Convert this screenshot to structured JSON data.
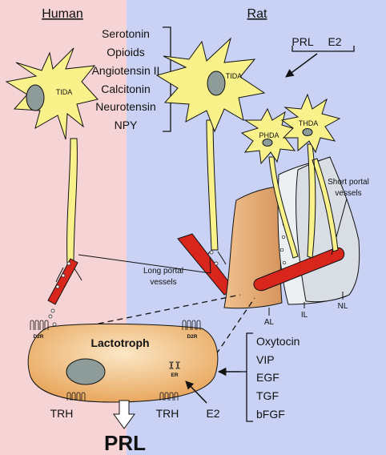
{
  "headers": {
    "left": "Human",
    "right": "Rat"
  },
  "modulators": [
    "Serotonin",
    "Opioids",
    "Angiotensin II",
    "Calcitonin",
    "Neurotensin",
    "NPY"
  ],
  "hormones_top": [
    "PRL",
    "E2"
  ],
  "neurons": {
    "human": "TIDA",
    "rat": "TIDA",
    "phda": "PHDA",
    "thda": "THDA"
  },
  "vessels": {
    "long": [
      "Long portal",
      "vessels"
    ],
    "short": [
      "Short portal",
      "vessels"
    ]
  },
  "lobes": {
    "al": "AL",
    "il": "IL",
    "nl": "NL"
  },
  "cell": {
    "name": "Lactotroph",
    "receptor": "D2R",
    "er": "ER"
  },
  "bottom": {
    "trh_left": "TRH",
    "trh_right": "TRH",
    "e2": "E2",
    "product": "PRL"
  },
  "factors": [
    "Oxytocin",
    "VIP",
    "EGF",
    "TGF",
    "bFGF"
  ],
  "colors": {
    "human_bg": "#f6d3d5",
    "rat_bg": "#c9d2f4",
    "neuron": "#f9f28a",
    "nucleus": "#8e9c99",
    "vessel": "#d8261d",
    "anterior_lobe": "#e0a36a",
    "intermediate_lobe": "#eceff2",
    "neural_lobe": "#d9dde4",
    "lactotroph": "#efb970"
  }
}
